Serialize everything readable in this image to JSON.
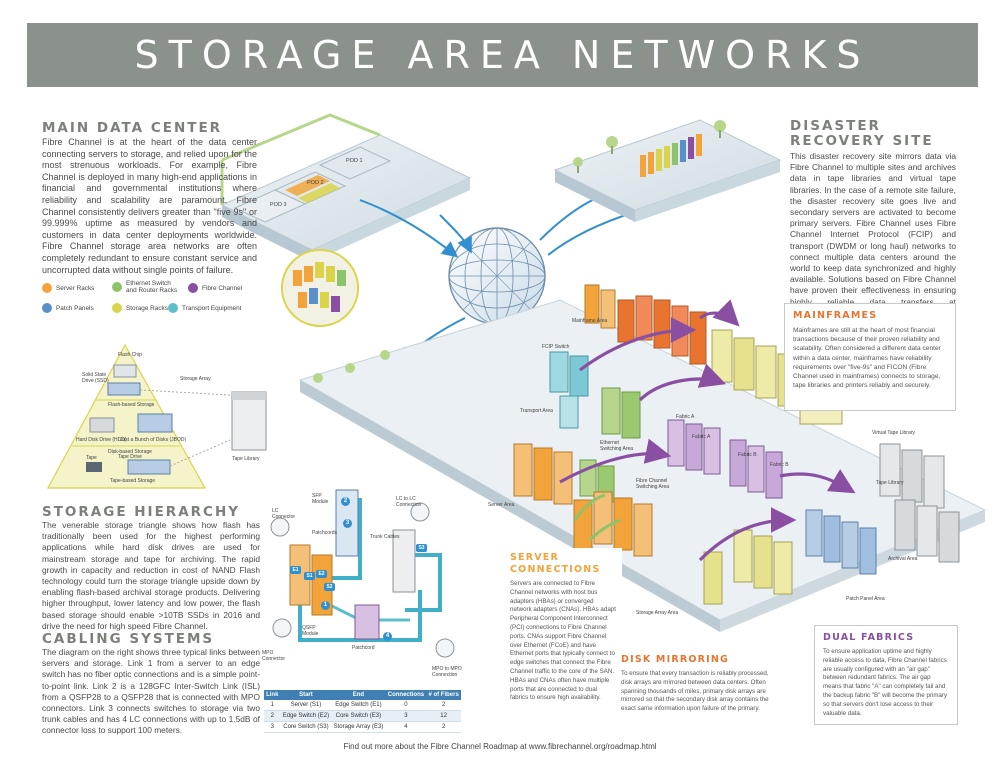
{
  "title": "STORAGE AREA NETWORKS",
  "sections": {
    "main_data_center": {
      "heading": "MAIN DATA CENTER",
      "body": "Fibre Channel is at the heart of the data center connecting servers to storage, and relied upon for the most strenuous workloads. For example, Fibre Channel is deployed in many high-end applications in financial and governmental institutions where reliability and scalability are paramount. Fibre Channel consistently delivers greater than \"five 9s\" or 99.999% uptime as measured by vendors and customers in data center deployments worldwide. Fibre Channel storage area networks are often completely redundant to ensure constant service and uncorrupted data without single points of failure."
    },
    "disaster_recovery": {
      "heading_line1": "DISASTER",
      "heading_line2": "RECOVERY SITE",
      "body": "This disaster recovery site mirrors data via Fibre Channel to multiple sites and archives data in tape libraries and virtual tape libraries. In the case of a remote site failure, the disaster recovery site goes live and secondary servers are activated to become primary servers. Fibre Channel uses Fibre Channel Internet Protocol (FCIP) and transport (DWDM or long haul) networks to connect multiple data centers around the world to keep data synchronized and highly available. Solutions based on Fibre Channel have proven their effectiveness in ensuring highly reliable data transfers at gigabit/second speeds."
    },
    "mainframes": {
      "heading": "MAINFRAMES",
      "body": "Mainframes are still at the heart of most financial transactions because of their proven reliability and scalability. Often considered a different data center within a data center, mainframes have reliability requirements over \"five-9s\" and FICON (Fibre Channel used in mainframes) connects to storage, tape libraries and printers reliably and securely."
    },
    "storage_hierarchy": {
      "heading": "STORAGE HIERARCHY",
      "body": "The venerable storage triangle shows how flash has traditionally been used for the highest performing applications while hard disk drives are used for mainstream storage and tape for archiving. The rapid growth in capacity and reduction in cost of NAND Flash technology could turn the storage triangle upside down by enabling flash-based archival storage products. Delivering higher throughput, lower latency and low power, the flash based storage should enable >10TB SSDs in 2016 and drive the need for high speed Fibre Channel."
    },
    "cabling_systems": {
      "heading": "CABLING SYSTEMS",
      "body": "The diagram on the right shows three typical links between servers and storage. Link 1 from a server to an edge switch has no fiber optic connections and is a simple point-to-point link. Link 2 is a 128GFC Inter-Switch Link (ISL) from a QSFP28 to a QSFP28 that is connected with MPO connectors. Link 3 connects switches to storage via two trunk cables and has 4 LC connections with up to 1.5dB of connector loss to support 100 meters."
    },
    "server_connections": {
      "heading_line1": "SERVER",
      "heading_line2": "CONNECTIONS",
      "body": "Servers are connected to Fibre Channel networks with host bus adapters (HBAs) or converged network adapters (CNAs). HBAs adapt Peripheral Component Interconnect (PCI) connections to Fibre Channel ports. CNAs support Fibre Channel over Ethernet (FCoE) and have Ethernet ports that typically connect to edge switches that connect the Fibre Channel traffic to the core of the SAN. HBAs and CNAs often have multiple ports that are connected to dual fabrics to ensure high availability."
    },
    "disk_mirroring": {
      "heading": "DISK MIRRORING",
      "body": "To ensure that every transaction is reliably processed, disk arrays are mirrored between data centers. Often spanning thousands of miles, primary disk arrays are mirrored so that the secondary disk array contains the exact same information upon failure of the primary."
    },
    "dual_fabrics": {
      "heading": "DUAL FABRICS",
      "body": "To ensure application uptime and highly reliable access to data, Fibre Channel fabrics are usually configured with an \"air gap\" between redundant fabrics. The air gap means that fabric \"A\" can completely fail and the backup fabric \"B\" will become the primary so that servers don't lose access to their valuable data."
    }
  },
  "legend": [
    {
      "label": "Server Racks",
      "color": "#f2a33a"
    },
    {
      "label": "Ethernet Switch and Router Racks",
      "color": "#8dc36a"
    },
    {
      "label": "Fibre Channel",
      "color": "#8a4fa3"
    },
    {
      "label": "Patch Panels",
      "color": "#5b8fc9"
    },
    {
      "label": "Storage Racks",
      "color": "#d9d44a"
    },
    {
      "label": "Transport Equipment",
      "color": "#5fbfc9"
    }
  ],
  "pods": [
    "POD 1",
    "POD 2",
    "POD 3"
  ],
  "pyramid_labels": {
    "flash_chip": "Flash Chip",
    "ssd": "Solid State Drive (SSD)",
    "flash_storage": "Flash-based Storage",
    "storage_array": "Storage Array",
    "hdd": "Hard Disk Drive (HDD)",
    "jbod": "Just a Bunch of Disks (JBOD)",
    "disk_storage": "Disk-based Storage",
    "tape": "Tape",
    "tape_drive": "Tape Drive",
    "tape_storage": "Tape-based Storage",
    "tape_library": "Tape Library"
  },
  "cabling_labels": {
    "lc_connector": "LC Connector",
    "sfp_module": "SFP Module",
    "patchcords": "Patchcords",
    "lc_to_lc": "LC to LC Connection",
    "trunk_cables": "Trunk Cables",
    "qsfp_module": "QSFP Module",
    "mpo_connector": "MPO Connector",
    "patchcord": "Patchcord",
    "mpo_to_mpo": "MPO to MPO Connection",
    "markers": [
      "1",
      "2",
      "3",
      "4",
      "E1",
      "E2",
      "S1",
      "S2",
      "S3"
    ]
  },
  "scene_labels": {
    "mainframe_area": "Mainframe Area",
    "fcip_switch": "FCIP Switch",
    "transport_area": "Transport Area",
    "ethernet_switching_area": "Ethernet Switching Area",
    "server_area": "Server Area",
    "fabric_a_1": "Fabric A",
    "fabric_a_2": "Fabric A",
    "fabric_b_1": "Fabric B",
    "fabric_b_2": "Fabric B",
    "fc_switching_area": "Fibre Channel Switching Area",
    "storage_array_area": "Storage Array Area",
    "virtual_tape_library": "Virtual Tape Library",
    "tape_library": "Tape Library",
    "archival_area": "Archival Area",
    "patch_panel_area": "Patch Panel Area"
  },
  "link_table": {
    "headers": [
      "Link",
      "Start",
      "End",
      "Connections",
      "# of Fibers"
    ],
    "rows": [
      [
        "1",
        "Server (S1)",
        "Edge Switch (E1)",
        "0",
        "2"
      ],
      [
        "2",
        "Edge Switch (E2)",
        "Core Switch (E3)",
        "3",
        "12"
      ],
      [
        "3",
        "Core Switch (S3)",
        "Storage Array (E3)",
        "4",
        "2"
      ]
    ]
  },
  "footer": "Find out more about the Fibre Channel Roadmap at www.fibrechannel.org/roadmap.html",
  "colors": {
    "banner": "#8b918b",
    "heading_gray": "#7b807a",
    "orange": "#e8742f",
    "purple": "#8a4fa3",
    "blue_arrow": "#2f8fd1",
    "teal": "#3fb0c8",
    "green": "#8dc36a",
    "yellow": "#d9d44a"
  }
}
